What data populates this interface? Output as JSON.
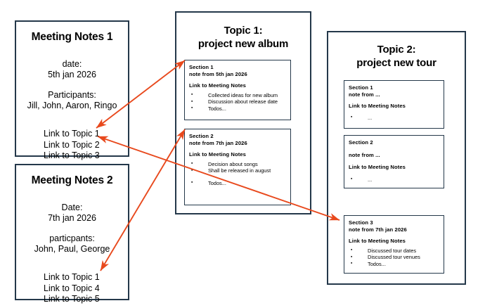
{
  "colors": {
    "border": "#24384a",
    "arrow": "#e8491d",
    "background": "#ffffff",
    "text": "#000000"
  },
  "meeting_notes": [
    {
      "title": "Meeting Notes 1",
      "date_label": "date:",
      "date_value": "5th jan 2026",
      "participants_label": "Participants:",
      "participants_value": "Jill, John, Aaron, Ringo",
      "links": [
        "Link to Topic 1",
        "Link to Topic 2",
        "Link to Topic 3"
      ]
    },
    {
      "title": "Meeting Notes 2",
      "date_label": "Date:",
      "date_value": "7th jan 2026",
      "participants_label": "particpants:",
      "participants_value": "John, Paul, George",
      "links": [
        "Link to Topic 1",
        "Link to Topic 4",
        "Link to Topic 5"
      ]
    }
  ],
  "topics": [
    {
      "title_line1": "Topic 1:",
      "title_line2": "project new album",
      "sections": [
        {
          "name": "Section 1",
          "note": "note from 5th jan 2026",
          "link": "Link to Meeting Notes",
          "bullets": [
            "Collected ideas for new album",
            "Discussion about release date",
            "Todos..."
          ]
        },
        {
          "name": "Section 2",
          "note": "note from 7th jan 2026",
          "link": "Link to Meeting Notes",
          "bullets": [
            "Decision about songs",
            "Shall be released in august",
            "Todos..."
          ]
        }
      ]
    },
    {
      "title_line1": "Topic 2:",
      "title_line2": "project new tour",
      "sections": [
        {
          "name": "Section 1",
          "note": "note from ...",
          "link": "Link to Meeting Notes",
          "bullets": [
            "..."
          ]
        },
        {
          "name": "Section 2",
          "note": "note from ...",
          "link": "Link to Meeting Notes",
          "bullets": [
            "..."
          ]
        },
        {
          "name": "Section 3",
          "note": "note from 7th jan 2026",
          "link": "Link to Meeting Notes",
          "bullets": [
            "Discussed tour dates",
            "Discussed tour venues",
            "Todos..."
          ]
        }
      ]
    }
  ],
  "connections": [
    {
      "name": "mn1-topic1-section1",
      "from": "Meeting Notes 1 / Link to Topic 1",
      "to": "Topic 1 / Section 1"
    },
    {
      "name": "mn1-topic2-section3",
      "from": "Meeting Notes 1 / Link to Topic 2",
      "to": "Topic 2 / Section 3"
    },
    {
      "name": "mn2-topic1-section2",
      "from": "Meeting Notes 2 / Link to Topic 1",
      "to": "Topic 1 / Section 2"
    }
  ]
}
